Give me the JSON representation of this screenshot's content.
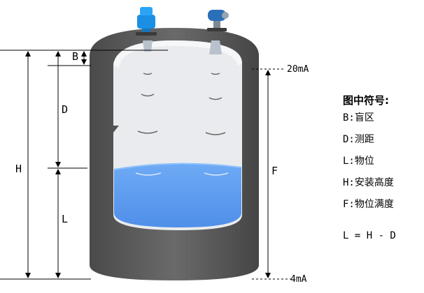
{
  "dims": {
    "B": "B",
    "D": "D",
    "H": "H",
    "L": "L",
    "F": "F"
  },
  "signals": {
    "top": "20mA",
    "bottom": "4mA"
  },
  "legend": {
    "title": "图中符号:",
    "items": [
      {
        "symbol": "B",
        "meaning": "B:盲区"
      },
      {
        "symbol": "D",
        "meaning": "D:测距"
      },
      {
        "symbol": "L",
        "meaning": "L:物位"
      },
      {
        "symbol": "H",
        "meaning": "H:安装高度"
      },
      {
        "symbol": "F",
        "meaning": "F:物位满度"
      }
    ],
    "formula": "L = H - D"
  },
  "colors": {
    "tank_shell": "#555555",
    "tank_interior": "#e8eaec",
    "liquid": "#5b9bf0",
    "instrument_left": "#1a8fe3",
    "instrument_right": "#2a6fb8"
  },
  "icons": {
    "left_instrument": "radar-level-sensor-icon",
    "right_instrument": "transmitter-sensor-icon"
  }
}
